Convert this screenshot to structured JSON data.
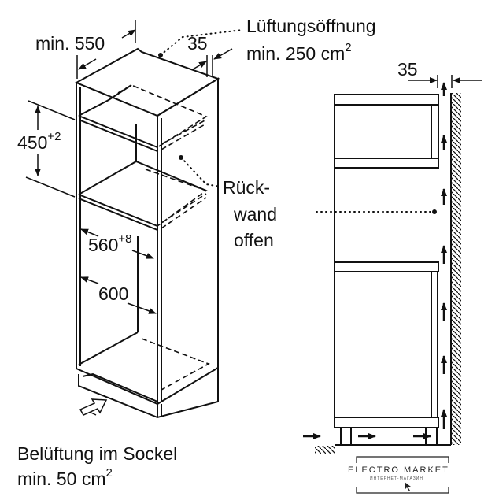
{
  "labels": {
    "depth_min": "min. 550",
    "gap_top": "35",
    "vent_title": "Lüftungsöffnung",
    "vent_area": "min. 250 cm",
    "vent_area_sup": "2",
    "niche_height": "450",
    "niche_height_tol": "+2",
    "back_wall_1": "Rück-",
    "back_wall_2": "wand",
    "back_wall_3": "offen",
    "inner_width": "560",
    "inner_width_tol": "+8",
    "outer_width": "600",
    "plinth_vent_1": "Belüftung im Sockel",
    "plinth_vent_2": "min. 50 cm",
    "plinth_vent_sup": "2",
    "gap_wall": "35"
  },
  "logo": {
    "main": "ELECTRO MARKET",
    "sub": "ИНТЕРНЕТ-МАГАЗИН"
  }
}
